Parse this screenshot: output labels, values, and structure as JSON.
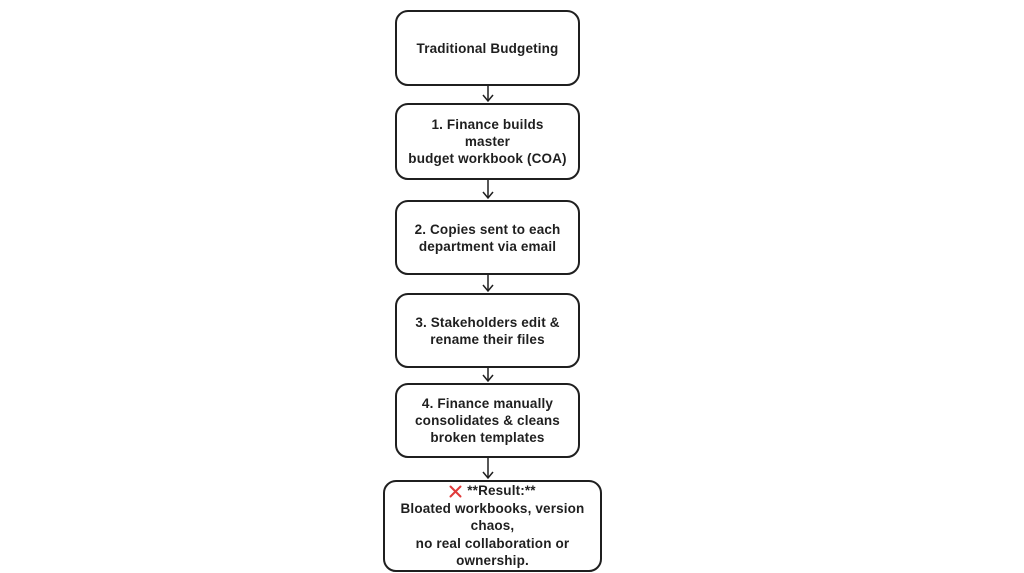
{
  "colors": {
    "background": "#ffffff",
    "box_border": "#1f1f1f",
    "text": "#1f1f1f",
    "x_mark": "#e03a3a"
  },
  "flowchart": {
    "nodes": [
      {
        "label": "Traditional Budgeting"
      },
      {
        "label": "1. Finance builds master\nbudget workbook (COA)"
      },
      {
        "label": "2. Copies sent to each\ndepartment via email"
      },
      {
        "label": "3. Stakeholders edit &\nrename their files"
      },
      {
        "label": "4. Finance manually\nconsolidates & cleans\nbroken templates"
      },
      {
        "icon": "x-mark-icon",
        "title": "**Result:**",
        "body": "Bloated workbooks, version\nchaos,\nno real collaboration or\nownership."
      }
    ]
  }
}
